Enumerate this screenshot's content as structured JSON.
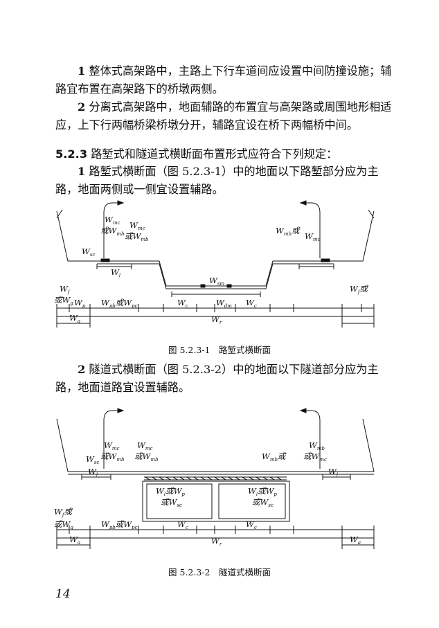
{
  "paragraphs": {
    "p1": {
      "num": "1",
      "text": "整体式高架路中，主路上下行车道间应设置中间防撞设施；辅路宜布置在高架路下的桥墩两侧。"
    },
    "p2": {
      "num": "2",
      "text": "分离式高架路中，地面辅路的布置宜与高架路或周围地形相适应，上下行两幅桥梁桥墩分开，辅路宜设在桥下两幅桥中间。"
    },
    "section": {
      "num": "5.2.3",
      "text": "路堑式和隧道式横断面布置形式应符合下列规定："
    },
    "p3": {
      "num": "1",
      "text": "路堑式横断面（图 5.2.3-1）中的地面以下路堑部分应为主路，地面两侧或一侧宜设置辅路。"
    },
    "p4": {
      "num": "2",
      "text": "隧道式横断面（图 5.2.3-2）中的地面以下隧道部分应为主路，地面道路宜设置辅路。"
    }
  },
  "figure1": {
    "caption": "图 5.2.3-1　路堑式横断面",
    "labels": {
      "w_l_a": "W",
      "w_l_a_sub": "mc",
      "w_l_a2": "或W",
      "w_l_a2_sub": "mb",
      "w_l_b": "W",
      "w_l_b_sub": "mc",
      "w_l_b2": "或W",
      "w_l_b2_sub": "mb",
      "wsc": "W",
      "wsc_sub": "sc",
      "wl": "W",
      "wl_sub": "l",
      "wsm": "W",
      "wsm_sub": "sm",
      "wf": "W",
      "wf_sub": "f",
      "wg": "或W",
      "wg_sub": "g",
      "wp": "W",
      "wp_sub": "p",
      "wa": "W",
      "wa_sub": "a",
      "wpb": "W",
      "wpb_sub": "pb",
      "wpc": "或W",
      "wpc_sub": "pc",
      "wc": "W",
      "wc_sub": "c",
      "wdm": "W",
      "wdm_sub": "dm",
      "wr": "W",
      "wr_sub": "r",
      "r_mb": "W",
      "r_mb_sub": "mb",
      "r_or": "或",
      "r_mc": "W",
      "r_mc_sub": "mc",
      "right_wf": "W",
      "right_wf_sub": "f",
      "right_or": "或"
    }
  },
  "figure2": {
    "caption": "图 5.2.3-2　隧道式横断面",
    "labels": {
      "in_left": "W",
      "in_left_sub": "l",
      "in_left_or": "或W",
      "in_left_or_sub": "p",
      "in_left2": "或W",
      "in_left2_sub": "sc",
      "in_right": "W",
      "in_right_sub": "l",
      "in_right_or": "或W",
      "in_right_or_sub": "p",
      "in_right2": "或W",
      "in_right2_sub": "sc"
    }
  },
  "page_number": "14"
}
